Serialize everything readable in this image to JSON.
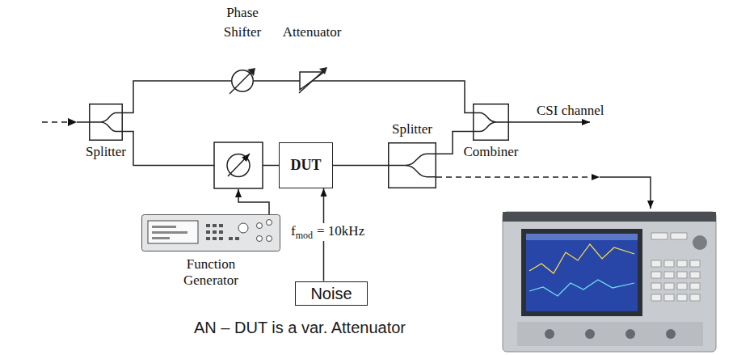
{
  "diagram": {
    "nodes": [
      {
        "text": [
          "Splitter"
        ]
      },
      {
        "text": [
          "Phase Shifter"
        ]
      },
      {
        "text": [
          "Attenuator"
        ]
      },
      {
        "text": [
          "DUT"
        ]
      },
      {
        "text": [
          "Splitter"
        ]
      },
      {
        "text": [
          "Combiner"
        ]
      },
      {
        "text": [
          "Function Generator"
        ]
      },
      {
        "text": [
          "Noise"
        ]
      }
    ],
    "edges": [
      {
        "from": 0,
        "to": 1,
        "arrow": "none"
      },
      {
        "from": 1,
        "to": 2,
        "arrow": "none"
      },
      {
        "from": 2,
        "to": 5,
        "arrow": "none"
      },
      {
        "from": 3,
        "to": 4,
        "arrow": "none"
      },
      {
        "from": 4,
        "to": 5,
        "arrow": "none"
      },
      {
        "from": 7,
        "to": 3,
        "arrow": "to"
      }
    ],
    "labels": [
      "CSI channel",
      "f",
      "mod",
      "= 10kHz",
      "AN – DUT is a var. Attenuator"
    ]
  }
}
